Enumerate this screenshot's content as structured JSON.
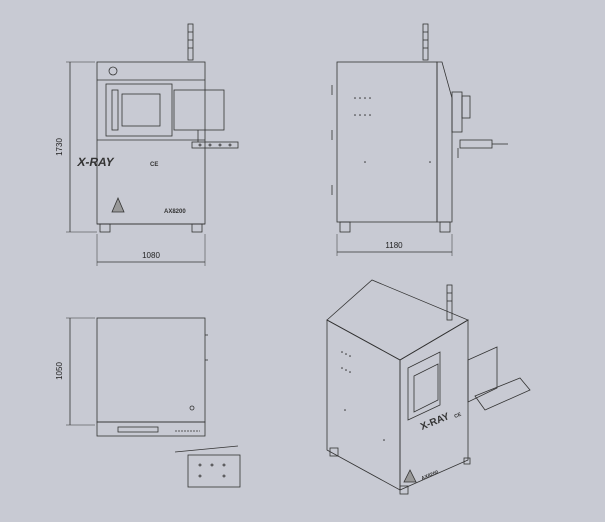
{
  "drawing": {
    "front_view": {
      "height_dim": "1730",
      "width_dim": "1080",
      "logo_text": "X-RAY",
      "ce_mark": "CE",
      "model_label": "AX8200"
    },
    "side_view": {
      "depth_dim": "1180"
    },
    "top_view": {
      "depth_dim": "1050"
    },
    "iso_view": {
      "logo_text": "X-RAY",
      "ce_mark": "CE",
      "model_label": "AX8200"
    }
  }
}
